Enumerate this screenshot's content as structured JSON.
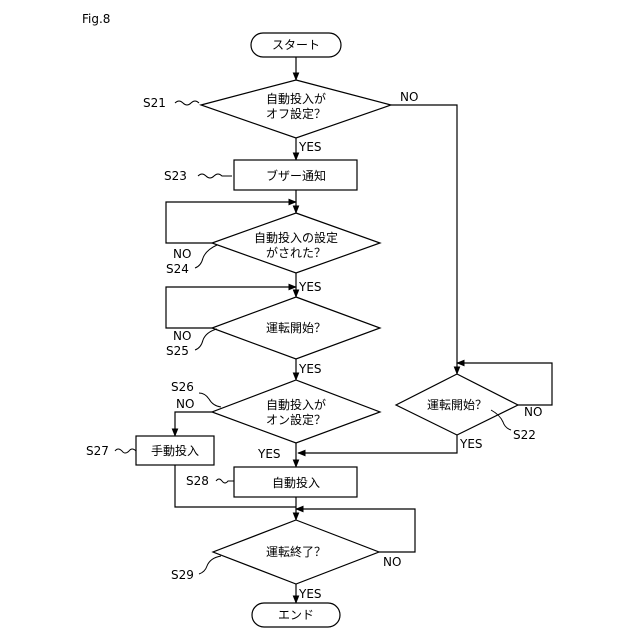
{
  "figure_label": "Fig.8",
  "nodes": {
    "start": "スタート",
    "s21": [
      "自動投入が",
      "オフ設定？"
    ],
    "s23": "ブザー通知",
    "s24": [
      "自動投入の設定",
      "がされた？"
    ],
    "s25": "運転開始？",
    "s26": [
      "自動投入が",
      "オン設定？"
    ],
    "s27": "手動投入",
    "s28": "自動投入",
    "s29": "運転終了？",
    "s22": "運転開始？",
    "end": "エンド"
  },
  "steps": {
    "s21": "S21",
    "s22": "S22",
    "s23": "S23",
    "s24": "S24",
    "s25": "S25",
    "s26": "S26",
    "s27": "S27",
    "s28": "S28",
    "s29": "S29"
  },
  "branches": {
    "s21_yes": "YES",
    "s21_no": "NO",
    "s24_yes": "YES",
    "s24_no": "NO",
    "s25_yes": "YES",
    "s25_no": "NO",
    "s26_yes": "YES",
    "s26_no": "NO",
    "s22_yes": "YES",
    "s22_no": "NO",
    "s29_yes": "YES",
    "s29_no": "NO"
  }
}
